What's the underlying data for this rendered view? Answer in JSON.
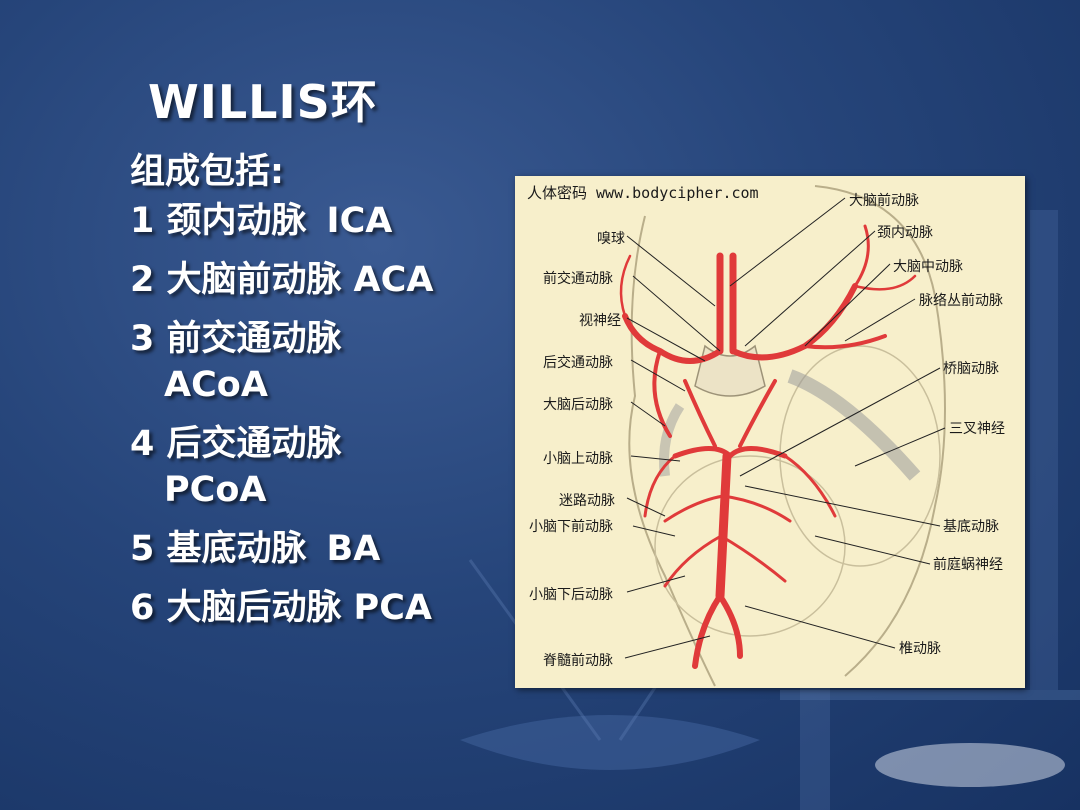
{
  "slide": {
    "title": "WILLIS环",
    "subtitle": "组成包括:",
    "items": [
      {
        "cn": "1 颈内动脉",
        "abbr": "ICA"
      },
      {
        "cn": "2 大脑前动脉",
        "abbr": "ACA"
      },
      {
        "cn": "3 前交通动脉",
        "abbr": "ACoA"
      },
      {
        "cn": "4 后交通动脉",
        "abbr": "PCoA"
      },
      {
        "cn": "5 基底动脉",
        "abbr": "BA"
      },
      {
        "cn": "6 大脑后动脉",
        "abbr": "PCA"
      }
    ]
  },
  "diagram": {
    "watermark": "人体密码 www.bodycipher.com",
    "labels_left": [
      "嗅球",
      "前交通动脉",
      "视神经",
      "后交通动脉",
      "大脑后动脉",
      "小脑上动脉",
      "迷路动脉",
      "小脑下前动脉",
      "小脑下后动脉",
      "脊髓前动脉"
    ],
    "labels_right": [
      "大脑前动脉",
      "颈内动脉",
      "大脑中动脉",
      "脉络丛前动脉",
      "桥脑动脉",
      "三叉神经",
      "基底动脉",
      "前庭蜗神经",
      "椎动脉"
    ]
  },
  "colors": {
    "background": "#26457a",
    "text": "#ffffff",
    "diagram_bg": "#f7efcb",
    "artery": "#e03a3a"
  }
}
